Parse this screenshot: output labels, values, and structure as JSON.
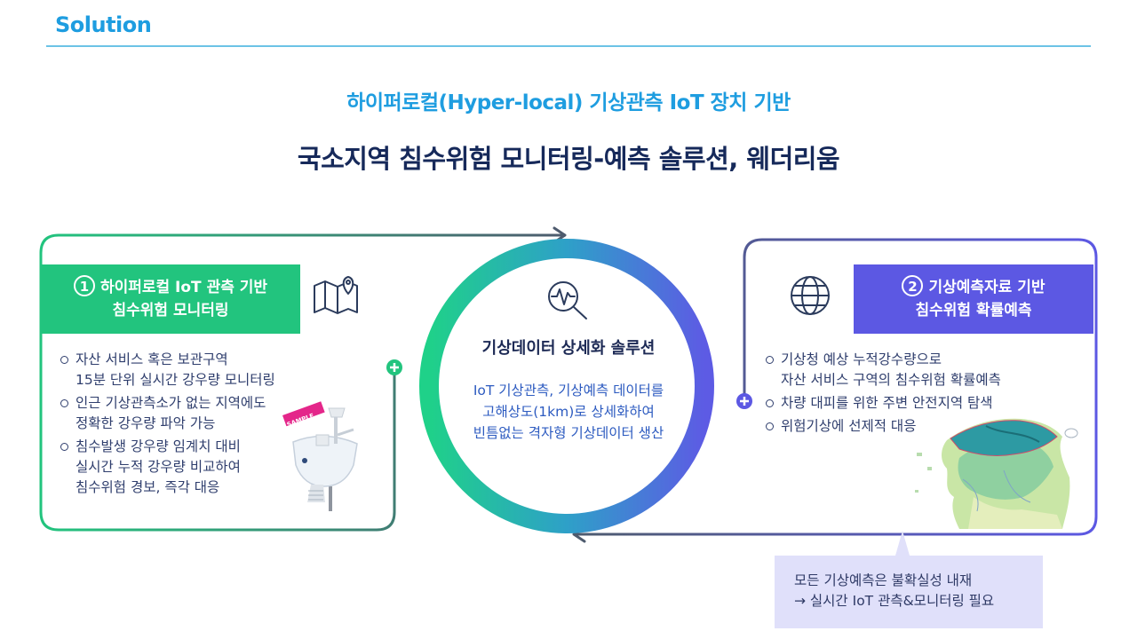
{
  "header": {
    "title": "Solution"
  },
  "subtitle": "하이퍼로컬(Hyper-local) 기상관측 IoT 장치 기반",
  "main_title": "국소지역 침수위험 모니터링-예측 솔루션, 웨더리움",
  "left_panel": {
    "number": "1",
    "title_line1": "하이퍼로컬 IoT 관측 기반",
    "title_line2": "침수위험 모니터링",
    "bullets": [
      {
        "line1": "자산 서비스 혹은 보관구역",
        "line2": "15분 단위 실시간 강우량 모니터링"
      },
      {
        "line1": "인근 기상관측소가 없는 지역에도",
        "line2": "정확한 강우량 파악 가능"
      },
      {
        "line1": "침수발생 강우량 임계치 대비",
        "line2": "실시간 누적 강우량 비교하여",
        "line3": "침수위험 경보, 즉각 대응"
      }
    ],
    "device_label": "SAMPLE"
  },
  "center": {
    "title": "기상데이터 상세화 솔루션",
    "desc_line1": "IoT 기상관측, 기상예측 데이터를",
    "desc_line2": "고해상도(1km)로 상세화하여",
    "desc_line3": "빈틈없는 격자형 기상데이터 생산"
  },
  "right_panel": {
    "number": "2",
    "title_line1": "기상예측자료 기반",
    "title_line2": "침수위험 확률예측",
    "bullets": [
      {
        "line1": "기상청 예상 누적강수량으로",
        "line2": "자산 서비스 구역의 침수위험 확률예측"
      },
      {
        "line1": "차량 대피를 위한 주변 안전지역 탐색"
      },
      {
        "line1": "위험기상에 선제적 대응"
      }
    ]
  },
  "note": {
    "line1": "모든 기상예측은 불확실성 내재",
    "line2": "→ 실시간 IoT 관측&모니터링 필요"
  },
  "colors": {
    "green": "#22c47e",
    "purple": "#5c58e3",
    "blue_accent": "#1e9de0",
    "navy": "#16295a",
    "note_bg": "#e0e0fa"
  },
  "icons": [
    "map-pin-icon",
    "monitor-search-icon",
    "globe-icon",
    "plus-icon",
    "arrow-right-icon",
    "arrow-left-icon"
  ]
}
